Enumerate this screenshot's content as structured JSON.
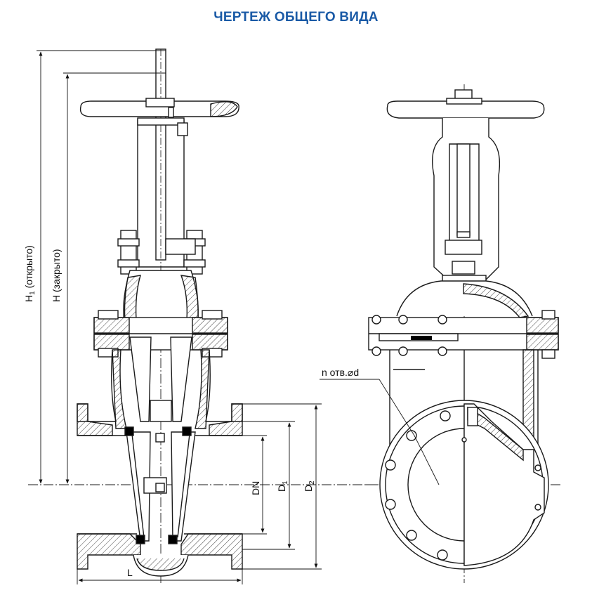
{
  "title": "ЧЕРТЕЖ ОБЩЕГО ВИДА",
  "labels": {
    "h1_prefix": "H",
    "h1_sub": "1",
    "h1_suffix": " (открыто)",
    "h_label": "H (закрыто)",
    "dn": "DN",
    "d1_prefix": "D",
    "d1_sub": "1",
    "d2_prefix": "D",
    "d2_sub": "2",
    "l": "L",
    "holes": "n отв.⌀d"
  },
  "colors": {
    "title": "#1a5aa6",
    "line": "#1a1a1a",
    "hatch": "#444444",
    "seal": "#000000"
  }
}
